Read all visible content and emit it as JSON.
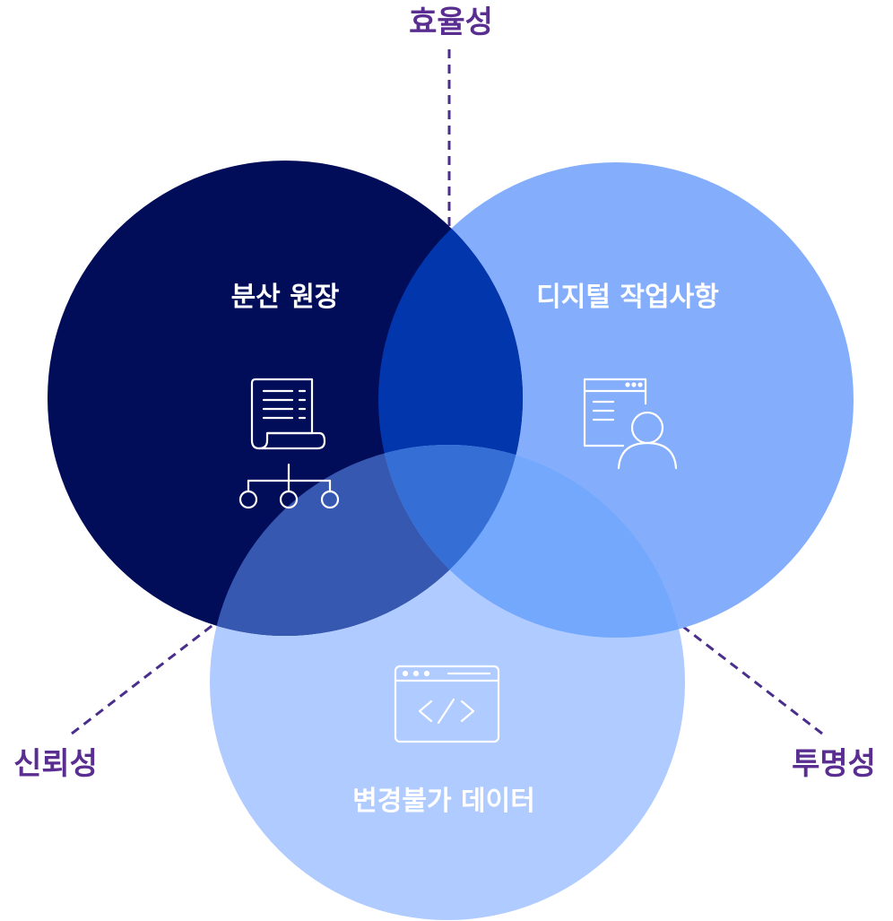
{
  "diagram": {
    "circles": {
      "ledger": {
        "label": "분산 원장",
        "icon": "ledger-network-icon",
        "color": "#020D59",
        "label_color": "#FFFFFF"
      },
      "workflow": {
        "label": "디지털 작업사항",
        "icon": "user-window-icon",
        "color": "#84AEFB",
        "label_color": "#FFFFFF"
      },
      "immutable": {
        "label": "변경불가 데이터",
        "icon": "code-window-icon",
        "color": "#AFCBFF",
        "label_color": "#FFFFFF"
      }
    },
    "overlaps": {
      "ledger_workflow": "#0136AD",
      "ledger_immutable": "#3758B1",
      "workflow_immutable": "#74A8FC",
      "center": "#356FD6"
    },
    "outcomes": {
      "efficiency": "효율성",
      "trust": "신뢰성",
      "transparency": "투명성"
    },
    "outcome_color": "#5A2D91",
    "connector_color": "#4A2E8C"
  }
}
